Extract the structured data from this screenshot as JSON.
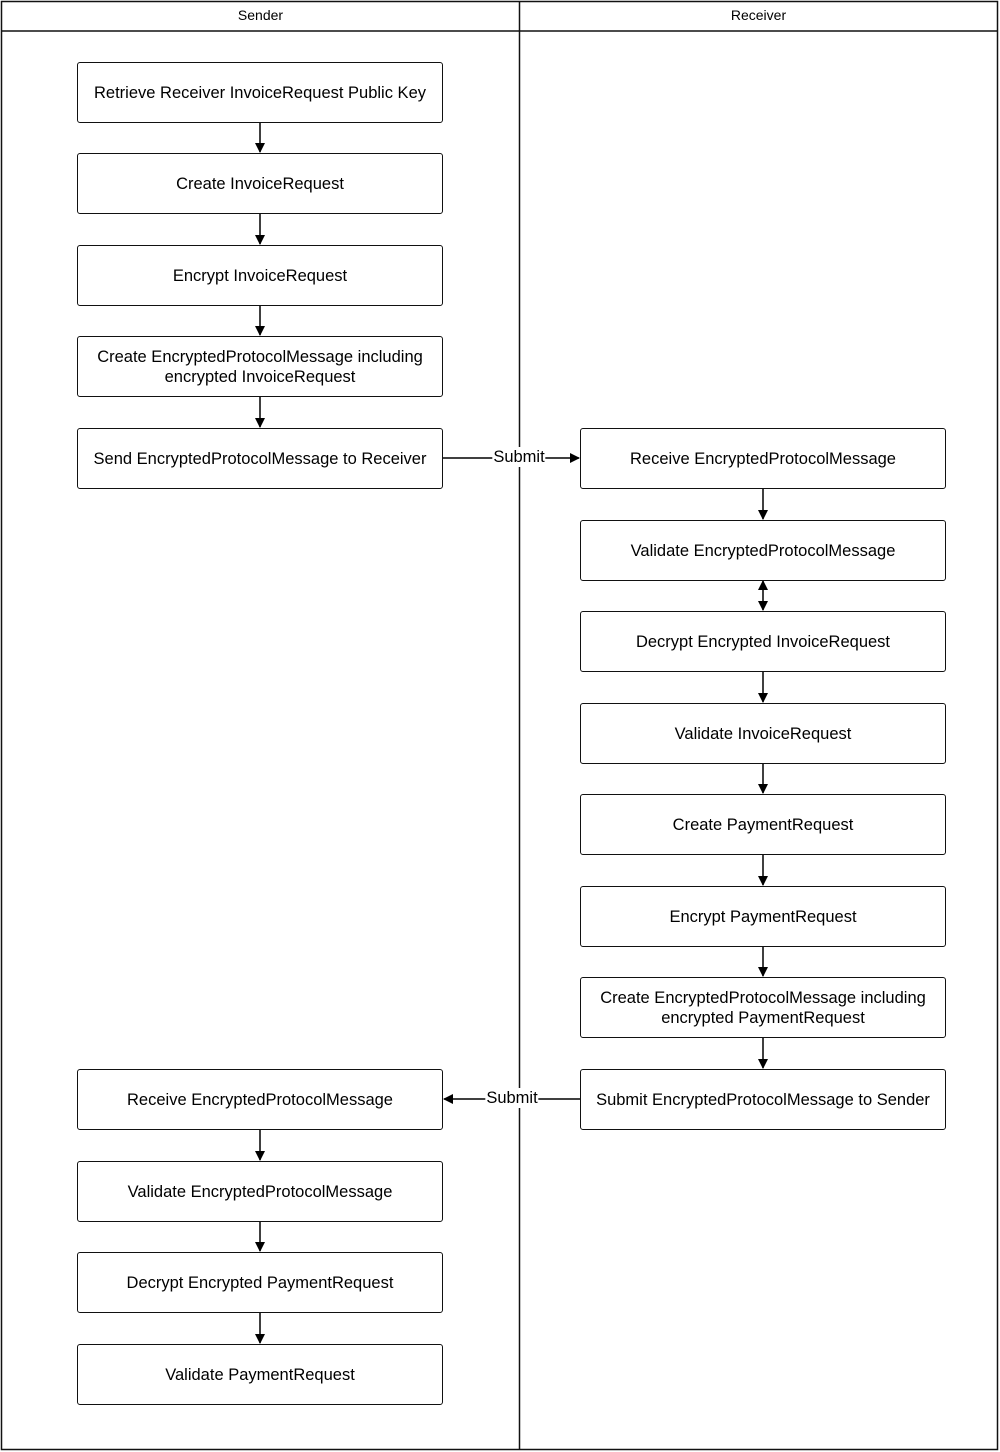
{
  "lanes": {
    "sender": "Sender",
    "receiver": "Receiver"
  },
  "sender_steps": [
    "Retrieve Receiver InvoiceRequest Public Key",
    "Create InvoiceRequest",
    "Encrypt InvoiceRequest",
    "Create EncryptedProtocolMessage including encrypted InvoiceRequest",
    "Send EncryptedProtocolMessage to Receiver",
    "Receive EncryptedProtocolMessage",
    "Validate EncryptedProtocolMessage",
    "Decrypt Encrypted PaymentRequest",
    "Validate PaymentRequest"
  ],
  "receiver_steps": [
    "Receive EncryptedProtocolMessage",
    "Validate EncryptedProtocolMessage",
    "Decrypt Encrypted InvoiceRequest",
    "Validate InvoiceRequest",
    "Create PaymentRequest",
    "Encrypt PaymentRequest",
    "Create EncryptedProtocolMessage including encrypted PaymentRequest",
    "Submit EncryptedProtocolMessage to Sender"
  ],
  "edges": {
    "submit_to_receiver": "Submit",
    "submit_to_sender": "Submit"
  }
}
